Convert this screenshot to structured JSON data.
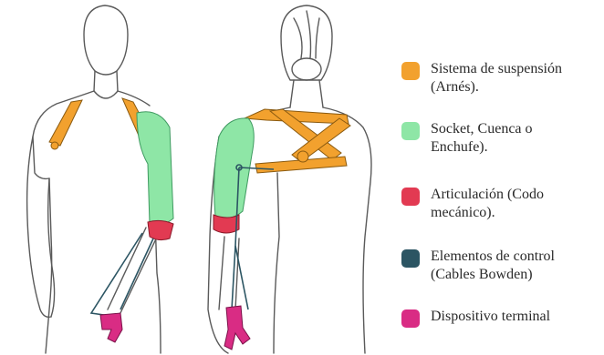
{
  "colors": {
    "harness": "#F2A12E",
    "socket": "#8EE6A6",
    "elbow": "#E23A52",
    "cable": "#2C5563",
    "terminal": "#D92C84",
    "outline": "#5a5a5a"
  },
  "legend": [
    {
      "label": "Sistema de suspensión\n(Arnés).",
      "color": "#F2A12E",
      "icon": "orange-swatch"
    },
    {
      "label": "Socket, Cuenca o\nEnchufe).",
      "color": "#8EE6A6",
      "icon": "green-swatch"
    },
    {
      "label": "Articulación (Codo\nmecánico).",
      "color": "#E23A52",
      "icon": "red-swatch"
    },
    {
      "label": "Elementos de control\n(Cables Bowden)",
      "color": "#2C5563",
      "icon": "teal-swatch"
    },
    {
      "label": "Dispositivo terminal",
      "color": "#D92C84",
      "icon": "magenta-swatch"
    }
  ]
}
